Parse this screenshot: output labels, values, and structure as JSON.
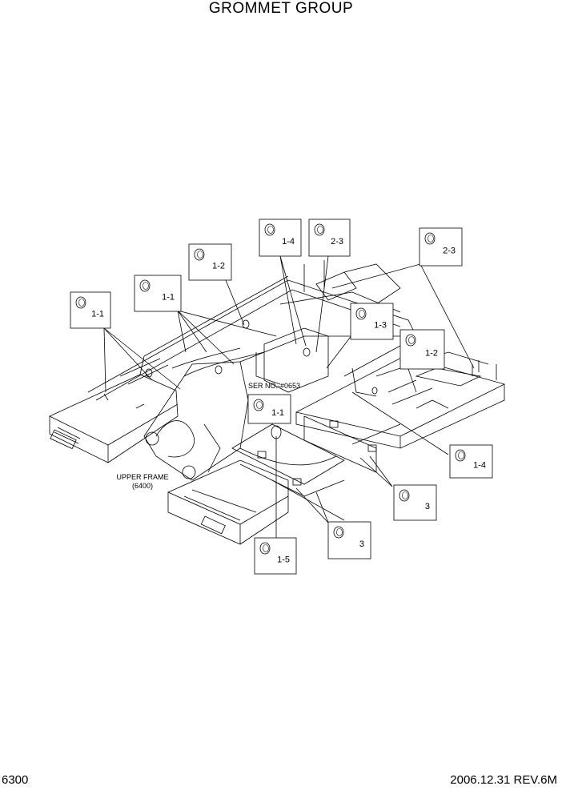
{
  "title": "GROMMET GROUP",
  "page_number": "6300",
  "footer": "2006.12.31  REV.6M",
  "frame_label": {
    "line1": "UPPER FRAME",
    "line2": "(6400)"
  },
  "serial_note": "SER NO.-#0653",
  "callouts": [
    {
      "label": "1-1"
    },
    {
      "label": "1-1"
    },
    {
      "label": "1-2"
    },
    {
      "label": "1-4"
    },
    {
      "label": "2-3"
    },
    {
      "label": "2-3"
    },
    {
      "label": "1-3"
    },
    {
      "label": "1-2"
    },
    {
      "label": "1-1"
    },
    {
      "label": "1-4"
    },
    {
      "label": "3"
    },
    {
      "label": "3"
    },
    {
      "label": "1-5"
    }
  ]
}
